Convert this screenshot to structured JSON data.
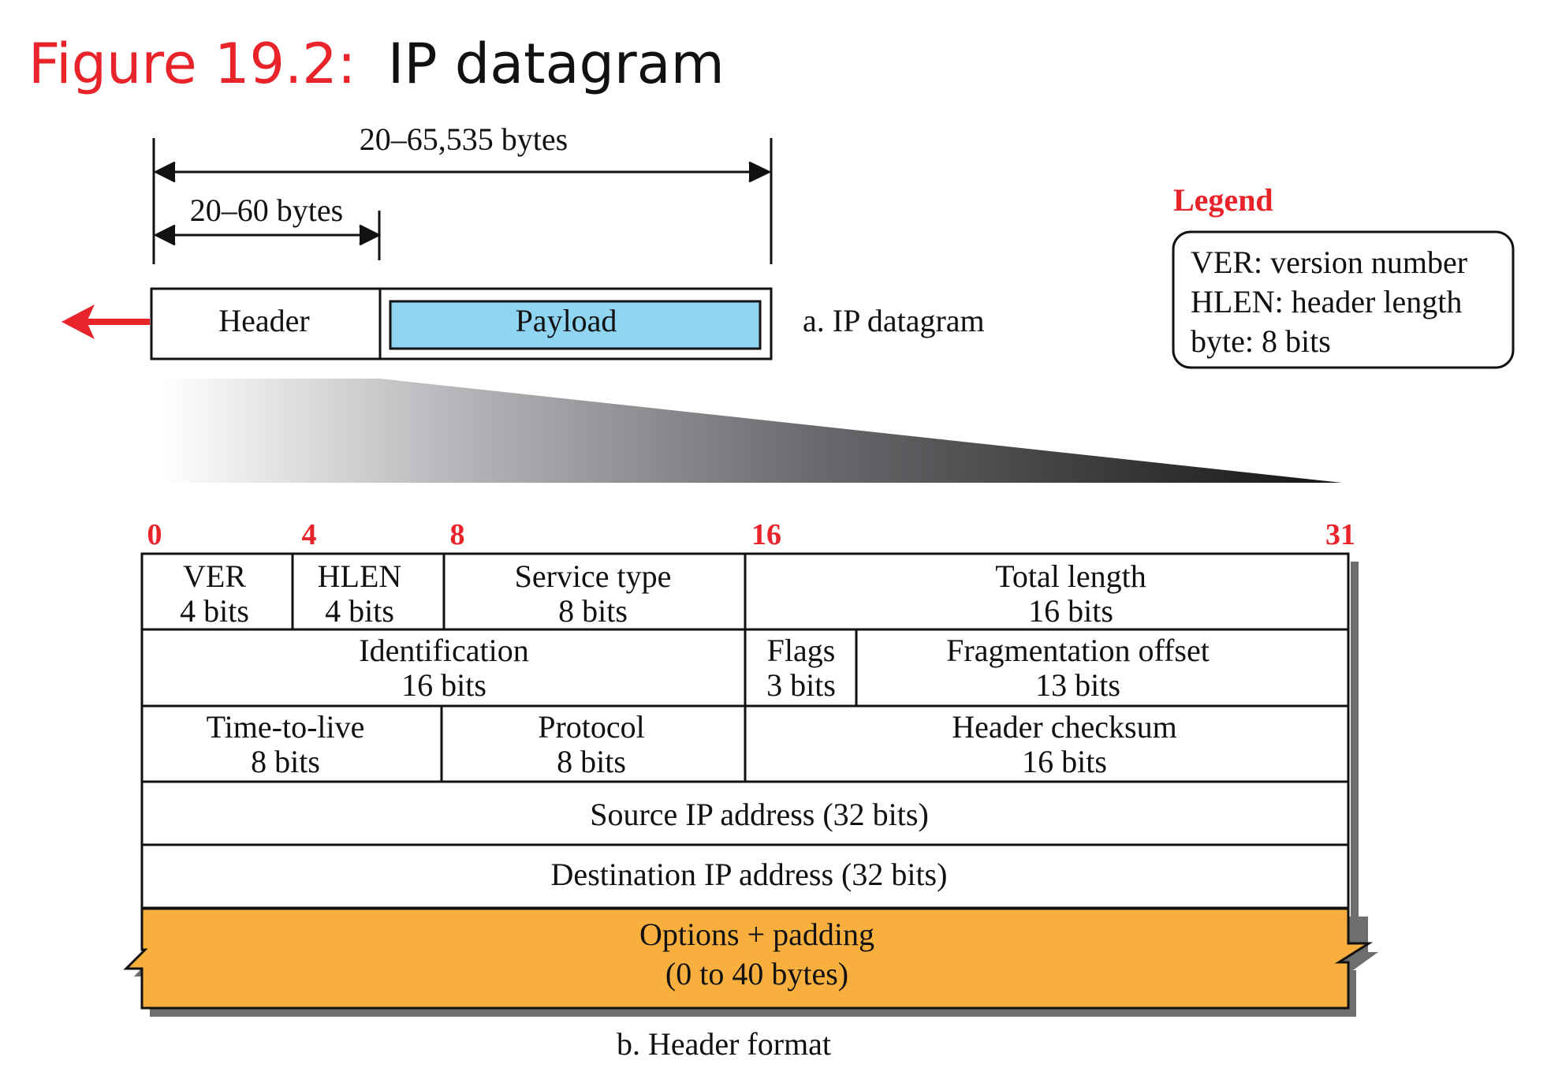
{
  "title": {
    "prefix": "Figure 19.2:",
    "text": "IP datagram",
    "prefix_color": "#e8232a",
    "text_color": "#111111"
  },
  "part_a": {
    "total_span_label": "20–65,535 bytes",
    "header_span_label": "20–60 bytes",
    "header_label": "Header",
    "payload_label": "Payload",
    "caption": "a. IP datagram",
    "payload_color": "#8fd5f2",
    "arrow_color": "#e8232a",
    "arrow_icon": "arrow-left-icon"
  },
  "legend": {
    "title": "Legend",
    "title_color": "#e8232a",
    "lines": [
      "VER: version number",
      "HLEN: header length",
      "byte: 8 bits"
    ]
  },
  "bit_positions": [
    "0",
    "4",
    "8",
    "16",
    "31"
  ],
  "bit_position_color": "#e8232a",
  "rows": [
    [
      {
        "name": "VER",
        "size": "4 bits"
      },
      {
        "name": "HLEN",
        "size": "4 bits"
      },
      {
        "name": "Service type",
        "size": "8 bits"
      },
      {
        "name": "Total length",
        "size": "16 bits"
      }
    ],
    [
      {
        "name": "Identification",
        "size": "16 bits"
      },
      {
        "name": "Flags",
        "size": "3 bits"
      },
      {
        "name": "Fragmentation offset",
        "size": "13 bits"
      }
    ],
    [
      {
        "name": "Time-to-live",
        "size": "8 bits"
      },
      {
        "name": "Protocol",
        "size": "8 bits"
      },
      {
        "name": "Header checksum",
        "size": "16 bits"
      }
    ],
    [
      {
        "name": "Source IP address (32 bits)"
      }
    ],
    [
      {
        "name": "Destination IP address (32 bits)"
      }
    ]
  ],
  "options": {
    "line1": "Options + padding",
    "line2": "(0 to 40 bytes)",
    "color": "#f9af3e"
  },
  "part_b_caption": "b. Header format"
}
